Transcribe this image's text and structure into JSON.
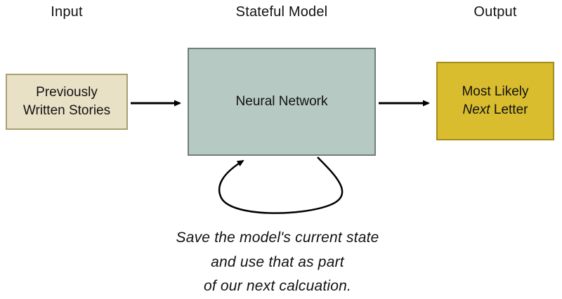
{
  "diagram": {
    "top_labels": {
      "input": "Input",
      "model": "Stateful Model",
      "output": "Output"
    },
    "boxes": {
      "input": {
        "line1": "Previously",
        "line2": "Written Stories"
      },
      "model": {
        "label": "Neural Network"
      },
      "output": {
        "line1": "Most Likely",
        "line2_italic": "Next",
        "line2_rest": " Letter"
      }
    },
    "caption": {
      "line1": "Save the model's current state",
      "line2": "and use that as part",
      "line3": "of our next calcuation."
    },
    "colors": {
      "input_fill": "#e9e1c6",
      "input_border": "#a99f6e",
      "model_fill": "#b7c9c3",
      "model_border": "#6f7f7a",
      "output_fill": "#d9bd2e",
      "output_border": "#a38d1c",
      "arrow": "#000000"
    }
  }
}
